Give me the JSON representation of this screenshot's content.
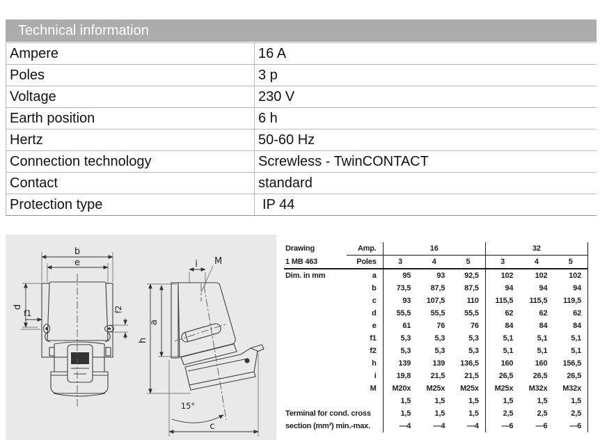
{
  "header": {
    "title": "Technical information"
  },
  "spec_table": {
    "rows": [
      {
        "label": "Ampere",
        "value": "16 A"
      },
      {
        "label": "Poles",
        "value": "3 p"
      },
      {
        "label": "Voltage",
        "value": "230 V"
      },
      {
        "label": "Earth position",
        "value": "6 h"
      },
      {
        "label": "Hertz",
        "value": "50-60 Hz"
      },
      {
        "label": "Connection technology",
        "value": "Screwless - TwinCONTACT"
      },
      {
        "label": "Contact",
        "value": "standard"
      },
      {
        "label": "Protection type",
        "value": "IP 44"
      }
    ]
  },
  "drawing": {
    "front_labels": {
      "b": "b",
      "e": "e",
      "d": "d",
      "f1": "f1",
      "f2": "f2"
    },
    "side_labels": {
      "i": "i",
      "m": "M",
      "a": "a",
      "h": "h",
      "c": "c",
      "angle": "15°"
    }
  },
  "dim_table": {
    "title_line1": "Drawing",
    "title_line2": "1 MB 463",
    "amp_label": "Amp.",
    "poles_label": "Poles",
    "amp_groups": [
      "16",
      "32"
    ],
    "poles_cols": [
      "3",
      "4",
      "5",
      "3",
      "4",
      "5"
    ],
    "rows": [
      {
        "label": "Dim. in mm",
        "dim": "a",
        "values": [
          "95",
          "93",
          "92,5",
          "102",
          "102",
          "102"
        ]
      },
      {
        "label": "",
        "dim": "b",
        "values": [
          "73,5",
          "87,5",
          "87,5",
          "94",
          "94",
          "94"
        ]
      },
      {
        "label": "",
        "dim": "c",
        "values": [
          "93",
          "107,5",
          "110",
          "115,5",
          "115,5",
          "119,5"
        ]
      },
      {
        "label": "",
        "dim": "d",
        "values": [
          "55,5",
          "55,5",
          "55,5",
          "62",
          "62",
          "62"
        ]
      },
      {
        "label": "",
        "dim": "e",
        "values": [
          "61",
          "76",
          "76",
          "84",
          "84",
          "84"
        ]
      },
      {
        "label": "",
        "dim": "f1",
        "values": [
          "5,3",
          "5,3",
          "5,3",
          "5,1",
          "5,1",
          "5,1"
        ]
      },
      {
        "label": "",
        "dim": "f2",
        "values": [
          "5,3",
          "5,3",
          "5,3",
          "5,1",
          "5,1",
          "5,1"
        ]
      },
      {
        "label": "",
        "dim": "h",
        "values": [
          "139",
          "139",
          "136,5",
          "160",
          "160",
          "156,5"
        ]
      },
      {
        "label": "",
        "dim": "i",
        "values": [
          "19,8",
          "21,5",
          "21,5",
          "26,5",
          "26,5",
          "26,5"
        ]
      },
      {
        "label": "",
        "dim": "M",
        "values": [
          "M20x",
          "M25x",
          "M25x",
          "M25x",
          "M32x",
          "M32x"
        ]
      },
      {
        "label": "",
        "dim": "",
        "values": [
          "1,5",
          "1,5",
          "1,5",
          "1,5",
          "1,5",
          "1,5"
        ]
      },
      {
        "label": "Terminal for cond. cross",
        "dim": "",
        "values": [
          "1,5",
          "1,5",
          "1,5",
          "2,5",
          "2,5",
          "2,5"
        ]
      },
      {
        "label": "section (mm²) min.-max.",
        "dim": "",
        "values": [
          "—4",
          "—4",
          "—4",
          "—6",
          "—6",
          "—6"
        ]
      }
    ]
  },
  "colors": {
    "header_bar": "#acacac",
    "panel_bg": "#e9e9e9",
    "table_border": "#b6b6b6",
    "dim_table_rule": "#1a1a1a"
  }
}
